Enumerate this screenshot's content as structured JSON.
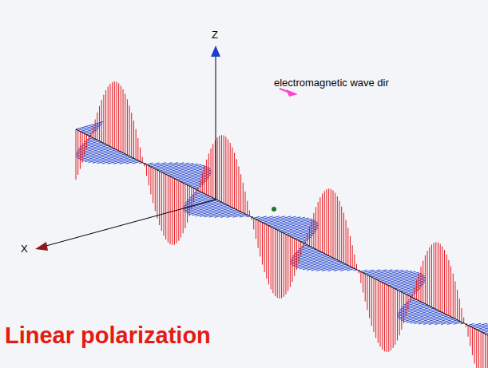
{
  "diagram": {
    "title": "Linear polarization",
    "labels": [
      "Z",
      "X",
      "electromagnetic wave dir"
    ]
  }
}
